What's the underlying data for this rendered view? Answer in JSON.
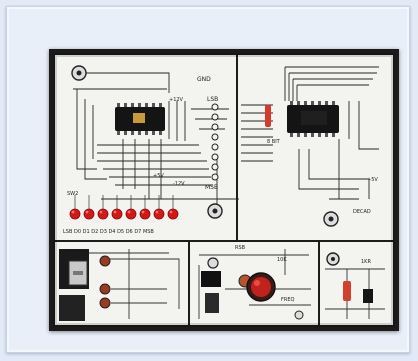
{
  "image": {
    "alt": "Photograph of a white electronics trainer panel with printed circuit schematics, two black integrated circuits, a row of red LEDs, test sockets and a round potentiometer knob",
    "colors": {
      "page_background": "#e3eaf6",
      "frame_background": "#e9eff9",
      "board": "#f3f3ef",
      "photo_border": "#1b1b1b",
      "ic_body": "#151515",
      "led_red": "#d41818"
    },
    "labels": {
      "gnd": "GND",
      "lsb": "LSB",
      "msb": "MSB",
      "v12": "+12V",
      "v5": "+5V",
      "vneg12": "-12V",
      "swz": "SW2",
      "led_row": "LSB D0 D1 D2 D3 D4 D5 D6 D7 MSB",
      "decoder": "DECAD",
      "freq": "FREQ",
      "r1": "10K",
      "r2": "1KR",
      "vstar": "+5V",
      "adc": "8 BIT",
      "rsb": "RSB"
    }
  }
}
